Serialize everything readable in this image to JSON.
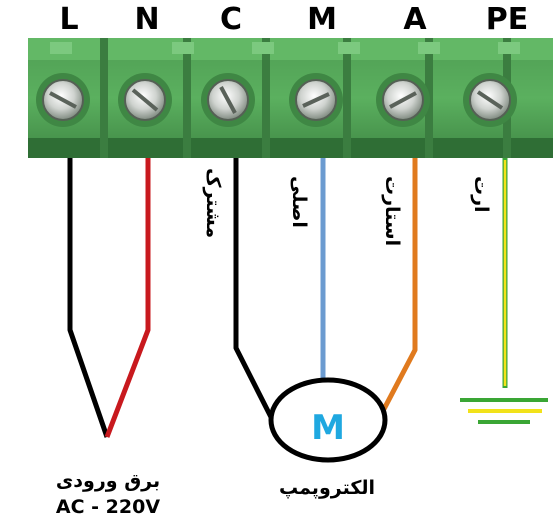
{
  "terminals": [
    {
      "label": "L"
    },
    {
      "label": "N"
    },
    {
      "label": "C"
    },
    {
      "label": "M"
    },
    {
      "label": "A"
    },
    {
      "label": "PE"
    }
  ],
  "wire_labels": {
    "common": "مشترک",
    "main": "اصلی",
    "start": "استارت",
    "earth": "ارت"
  },
  "motor": {
    "symbol": "M",
    "caption": "الکتروپمپ"
  },
  "power_input": {
    "caption": "برق ورودی",
    "voltage": "AC - 220V"
  },
  "colors": {
    "block_green": "#56a85a",
    "wire_black": "#000000",
    "wire_red": "#c8191e",
    "wire_blue": "#6b9bd0",
    "wire_orange": "#e07a1e",
    "wire_earth_green": "#3aa635",
    "wire_earth_yellow": "#f2e21a",
    "motor_letter": "#1fa8e0"
  }
}
